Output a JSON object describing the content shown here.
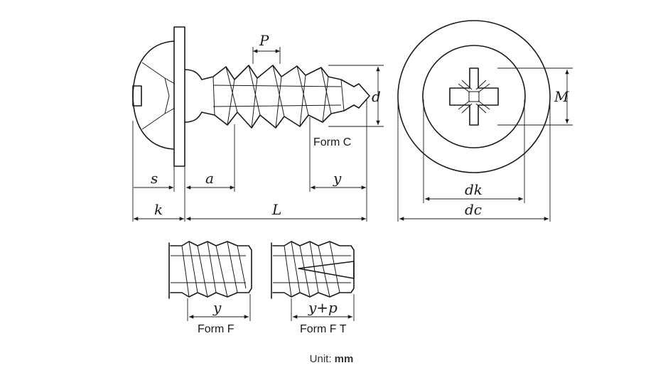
{
  "labels": {
    "s": "s",
    "a": "a",
    "y": "y",
    "P": "P",
    "d": "d",
    "k": "k",
    "L": "L",
    "M": "M",
    "dk": "dk",
    "dc": "dc",
    "y_f": "y",
    "y_plus_p": "y+p",
    "form_c": "Form C",
    "form_f": "Form F",
    "form_ft": "Form F T"
  },
  "unit": {
    "prefix": "Unit:",
    "value": "mm"
  }
}
